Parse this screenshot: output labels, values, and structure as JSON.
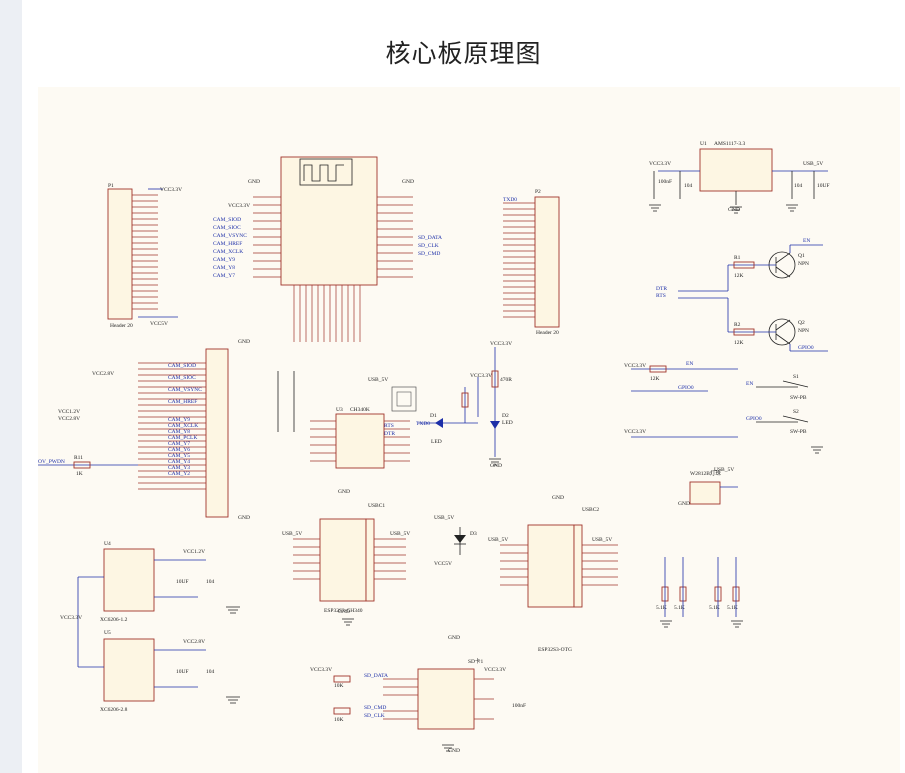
{
  "page": {
    "title": "核心板原理图"
  },
  "labels": {
    "header_p1": "P1",
    "header_p1_name": "Header 20",
    "header_p2": "P2",
    "header_p2_name": "Header 20",
    "u1": "U1",
    "u1_name": "AMS1117-3.3",
    "u3": "U3",
    "u3_name": "CH340K",
    "u4": "U4",
    "u4_name": "XC6206-1.2",
    "u5": "U5",
    "u5_name": "XC6206-2.8",
    "usbc1": "USBC1",
    "usbc1_name": "ESP32S3-CH340",
    "usbc2": "USBC2",
    "usbc2_name": "ESP32S3-OTG",
    "sd": "SD卡1",
    "ws": "W2812B灯珠",
    "vcc33": "VCC3.3V",
    "vcc5": "VCC5V",
    "vcc12": "VCC1.2V",
    "vcc28": "VCC2.8V",
    "usb5": "USB_5V",
    "gnd": "GND",
    "en": "EN",
    "gpio0": "GPIO0",
    "dtr": "DTR",
    "rts": "RTS",
    "q1": "Q1",
    "q2": "Q2",
    "npn": "NPN",
    "r1": "R1",
    "r2": "R2",
    "r12k": "12K",
    "s1": "S1",
    "s2": "S2",
    "swpb": "SW-PB",
    "led": "LED",
    "d1": "D1",
    "d2": "D2",
    "d3": "D3",
    "txd0": "TXD0",
    "sd_data": "SD_DATA",
    "sd_cmd": "SD_CMD",
    "sd_clk": "SD_CLK",
    "cam_siod": "CAM_SIOD",
    "cam_sioc": "CAM_SIOC",
    "cam_vsync": "CAM_VSYNC",
    "cam_href": "CAM_HREF",
    "cam_xclk": "CAM_XCLK",
    "cam_pclk": "CAM_PCLK",
    "cam_y9": "CAM_Y9",
    "cam_y8": "CAM_Y8",
    "cam_y7": "CAM_Y7",
    "cam_y6": "CAM_Y6",
    "cam_y5": "CAM_Y5",
    "cam_y4": "CAM_Y4",
    "cam_y3": "CAM_Y3",
    "cam_y2": "CAM_Y2",
    "ov_pwdn": "OV_PWDN",
    "r11": "R11",
    "r1k": "1K",
    "c10uf": "10UF",
    "c104": "104",
    "c100nf": "100nF",
    "r10k": "10K",
    "r51k": "5.1K",
    "r470": "470R"
  }
}
